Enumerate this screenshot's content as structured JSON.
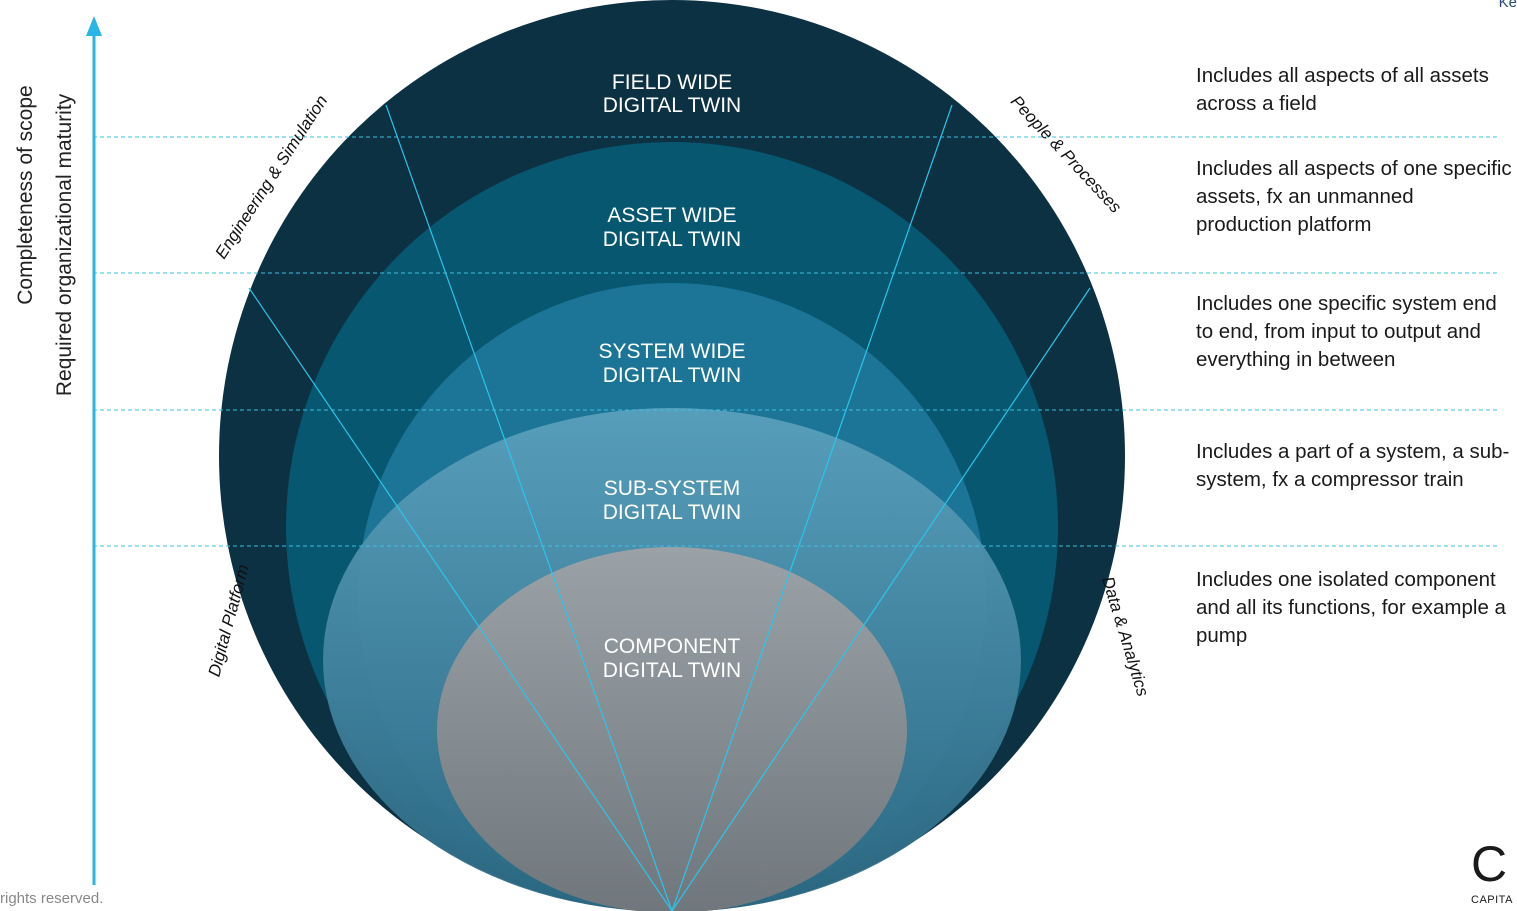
{
  "axis": {
    "line1": "Completeness of scope",
    "line2": "Required organizational maturity"
  },
  "levels": [
    {
      "id": "field",
      "line1": "FIELD WIDE",
      "line2": "DIGITAL TWIN"
    },
    {
      "id": "asset",
      "line1": "ASSET WIDE",
      "line2": "DIGITAL TWIN"
    },
    {
      "id": "system",
      "line1": "SYSTEM WIDE",
      "line2": "DIGITAL TWIN"
    },
    {
      "id": "subsystem",
      "line1": "SUB-SYSTEM",
      "line2": "DIGITAL TWIN"
    },
    {
      "id": "component",
      "line1": "COMPONENT",
      "line2": "DIGITAL TWIN"
    }
  ],
  "pillars": {
    "engineering": "Engineering & Simulation",
    "people": "People & Processes",
    "platform": "Digital Platform",
    "data": "Data & Analytics"
  },
  "descriptions": [
    "Includes all aspects of all assets across a field",
    "Includes all aspects of one specific assets, fx an unmanned production platform",
    "Includes one specific system end to end, from input to output and everything in between",
    "Includes a part of a system, a sub-system, fx a compressor train",
    "Includes one isolated component and all its functions, for example a pump"
  ],
  "footer": "rights reserved.",
  "corner_text": "Ke",
  "logo": {
    "mark": "C",
    "sub": "CAPITA"
  },
  "colors": {
    "field": "#0a3040",
    "asset": "#085670",
    "system": "#1b7396",
    "accent_line": "#29c0e8",
    "axis_arrow": "#29b6e6"
  }
}
